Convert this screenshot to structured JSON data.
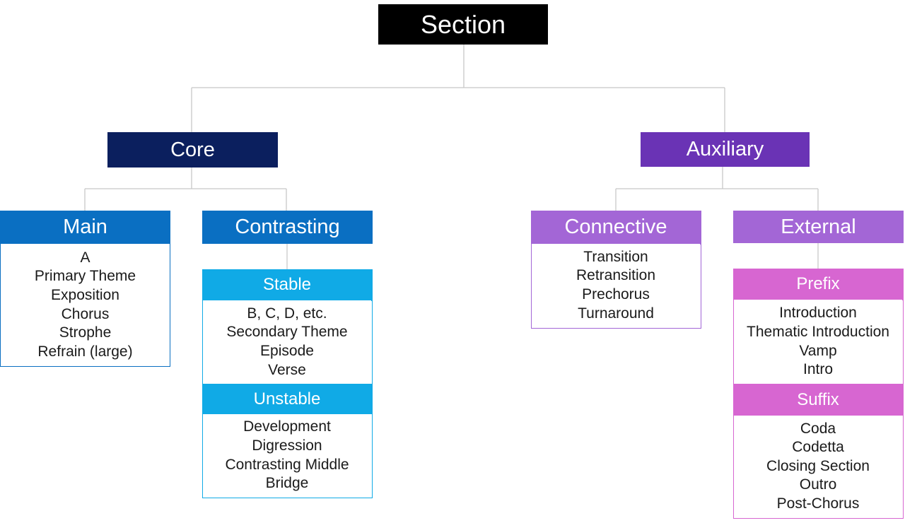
{
  "colors": {
    "root": "#000000",
    "core": "#0b1f5e",
    "main": "#0a6fc2",
    "stable": "#10aae6",
    "auxiliary": "#6a33b5",
    "connective": "#a366d6",
    "prefix": "#d766d1",
    "line": "#c8c8c8"
  },
  "root": {
    "label": "Section"
  },
  "core": {
    "label": "Core",
    "main": {
      "label": "Main",
      "items": [
        "A",
        "Primary Theme",
        "Exposition",
        "Chorus",
        "Strophe",
        "Refrain (large)"
      ]
    },
    "contrasting": {
      "label": "Contrasting",
      "stable": {
        "label": "Stable",
        "items": [
          "B, C, D, etc.",
          "Secondary Theme",
          "Episode",
          "Verse"
        ]
      },
      "unstable": {
        "label": "Unstable",
        "items": [
          "Development",
          "Digression",
          "Contrasting Middle",
          "Bridge"
        ]
      }
    }
  },
  "auxiliary": {
    "label": "Auxiliary",
    "connective": {
      "label": "Connective",
      "items": [
        "Transition",
        "Retransition",
        "Prechorus",
        "Turnaround"
      ]
    },
    "external": {
      "label": "External",
      "prefix": {
        "label": "Prefix",
        "items": [
          "Introduction",
          "Thematic Introduction",
          "Vamp",
          "Intro"
        ]
      },
      "suffix": {
        "label": "Suffix",
        "items": [
          "Coda",
          "Codetta",
          "Closing Section",
          "Outro",
          "Post-Chorus"
        ]
      }
    }
  }
}
